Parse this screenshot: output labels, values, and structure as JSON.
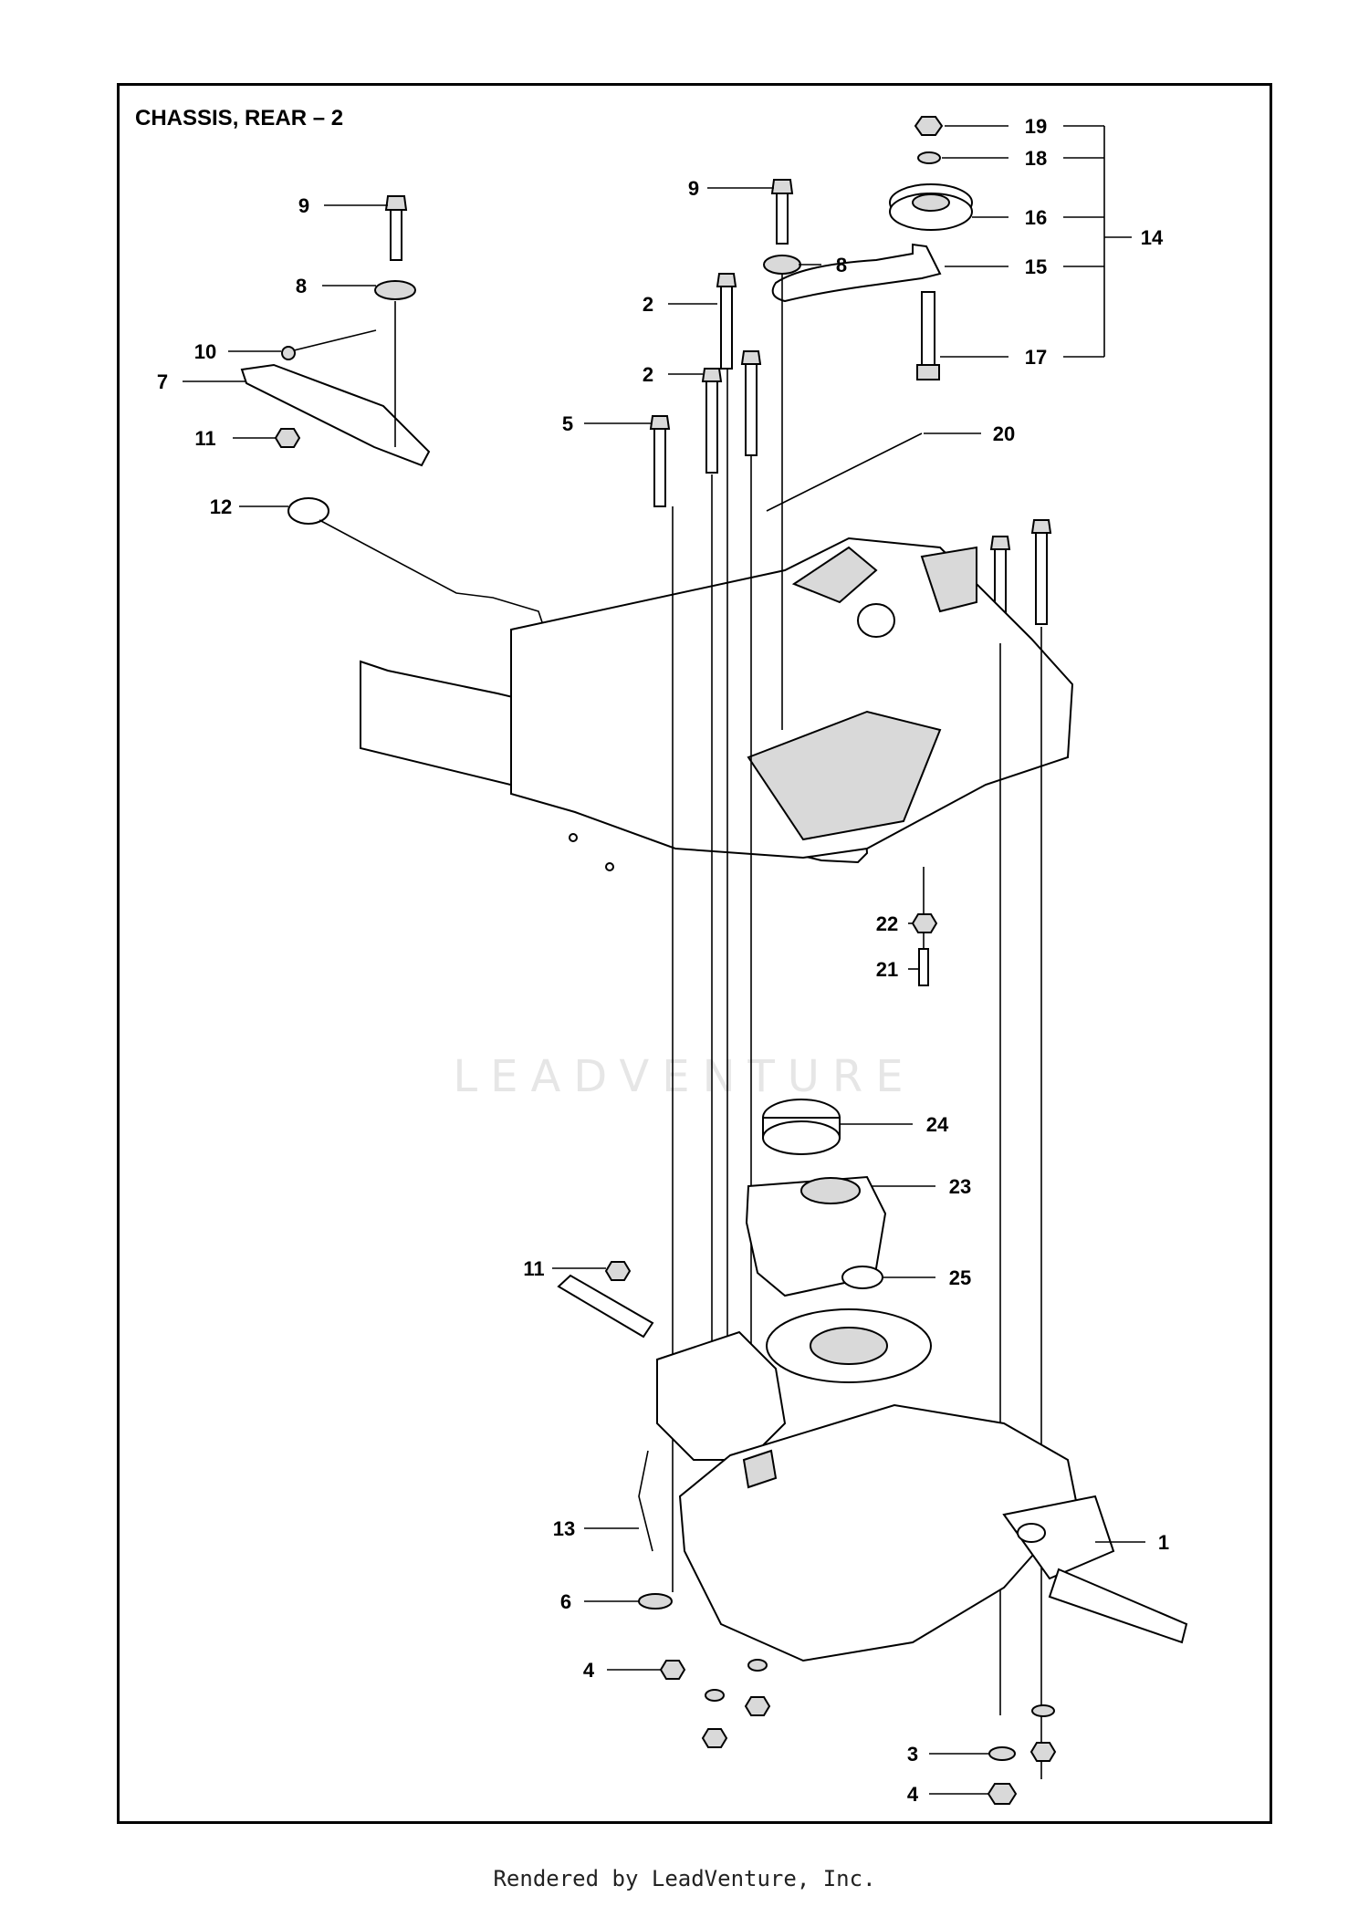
{
  "title": "CHASSIS, REAR – 2",
  "footer": "Rendered by LeadVenture, Inc.",
  "watermark": "LEADVENTURE",
  "callouts": [
    {
      "id": "c19",
      "label": "19"
    },
    {
      "id": "c18",
      "label": "18"
    },
    {
      "id": "c16",
      "label": "16"
    },
    {
      "id": "c14",
      "label": "14"
    },
    {
      "id": "c15",
      "label": "15"
    },
    {
      "id": "c17",
      "label": "17"
    },
    {
      "id": "c20",
      "label": "20"
    },
    {
      "id": "c9a",
      "label": "9"
    },
    {
      "id": "c8a",
      "label": "8"
    },
    {
      "id": "c10",
      "label": "10"
    },
    {
      "id": "c7",
      "label": "7"
    },
    {
      "id": "c11a",
      "label": "11"
    },
    {
      "id": "c12",
      "label": "12"
    },
    {
      "id": "c9b",
      "label": "9"
    },
    {
      "id": "c8b",
      "label": "8"
    },
    {
      "id": "c2a",
      "label": "2"
    },
    {
      "id": "c2b",
      "label": "2"
    },
    {
      "id": "c5",
      "label": "5"
    },
    {
      "id": "c22",
      "label": "22"
    },
    {
      "id": "c21",
      "label": "21"
    },
    {
      "id": "c24",
      "label": "24"
    },
    {
      "id": "c23",
      "label": "23"
    },
    {
      "id": "c11b",
      "label": "11"
    },
    {
      "id": "c25",
      "label": "25"
    },
    {
      "id": "c1",
      "label": "1"
    },
    {
      "id": "c13",
      "label": "13"
    },
    {
      "id": "c6",
      "label": "6"
    },
    {
      "id": "c4a",
      "label": "4"
    },
    {
      "id": "c3",
      "label": "3"
    },
    {
      "id": "c4b",
      "label": "4"
    }
  ]
}
